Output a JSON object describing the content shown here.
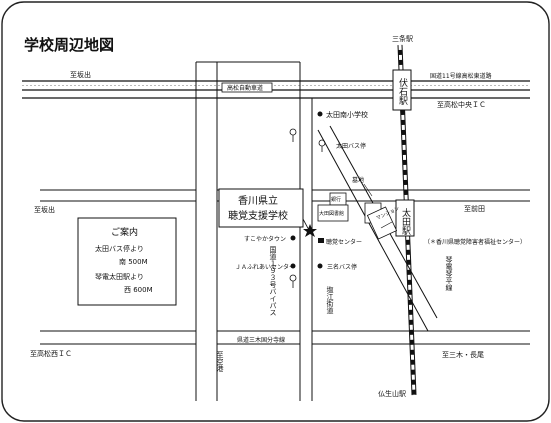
{
  "title": "学校周辺地図",
  "roads": {
    "north_left": "至坂出",
    "north_right_expressway": "国道11号線高松東道路",
    "north_right_ic": "至高松中央ＩＣ",
    "middle_left": "至坂出",
    "middle_right": "至前田",
    "south_left": "至高松西ＩＣ",
    "south_right": "至三木・長尾",
    "bottom_road": "至空港",
    "expressway_label": "高松自動車道",
    "bypass_label": "国道１９３号バイパス",
    "shioe_label": "塩江街道",
    "prefroad_label": "県道三木国分寺線",
    "railway_label": "琴電琴平線"
  },
  "stations": {
    "north": "三条駅",
    "fuseishi": "伏石駅",
    "ota": "太田駅",
    "south": "仏生山駅"
  },
  "landmarks": {
    "school": "太田南小学校",
    "bus_ota": "太田バス停",
    "cemetery": "墓地",
    "bank": "銀行",
    "library": "大田図書館",
    "mansion": "マンション",
    "sukoyaka": "すこやかタウン",
    "hearing_center": "聴覚センター",
    "ja_center": "ＪＡふれあいセンター",
    "sanmei_bus": "三名バス停",
    "welfare_center": "（＊香川県聴覚障害者福祉センター）"
  },
  "callout": {
    "line1": "香川県立",
    "line2": "聴覚支援学校"
  },
  "guide": {
    "heading": "ご案内",
    "line1": "太田バス停より",
    "line2": "南 500M",
    "line3": "琴電太田駅より",
    "line4": "西 600M"
  }
}
